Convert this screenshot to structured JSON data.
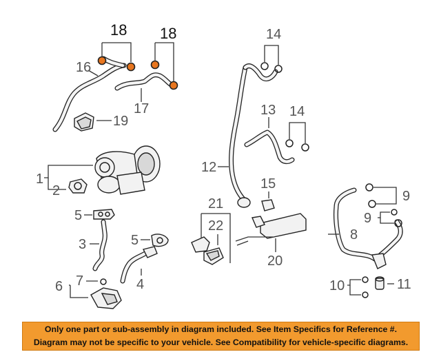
{
  "callouts": {
    "c1": "1",
    "c2": "2",
    "c3": "3",
    "c4": "4",
    "c5a": "5",
    "c5b": "5",
    "c6": "6",
    "c7": "7",
    "c8": "8",
    "c9a": "9",
    "c9b": "9",
    "c10": "10",
    "c11": "11",
    "c12": "12",
    "c13": "13",
    "c14a": "14",
    "c14b": "14",
    "c15": "15",
    "c16": "16",
    "c17": "17",
    "c18a": "18",
    "c18b": "18",
    "c19": "19",
    "c20": "20",
    "c21": "21",
    "c22": "22"
  },
  "disclaimer": {
    "line1": "Only one part or sub-assembly in diagram included. See Item Specifics for Reference #.",
    "line2": "Diagram may not be specific to your vehicle. See Compatibility for vehicle-specific diagrams."
  },
  "colors": {
    "highlight_gasket": "#e8761f",
    "disclaimer_background": "#f29a2e"
  }
}
